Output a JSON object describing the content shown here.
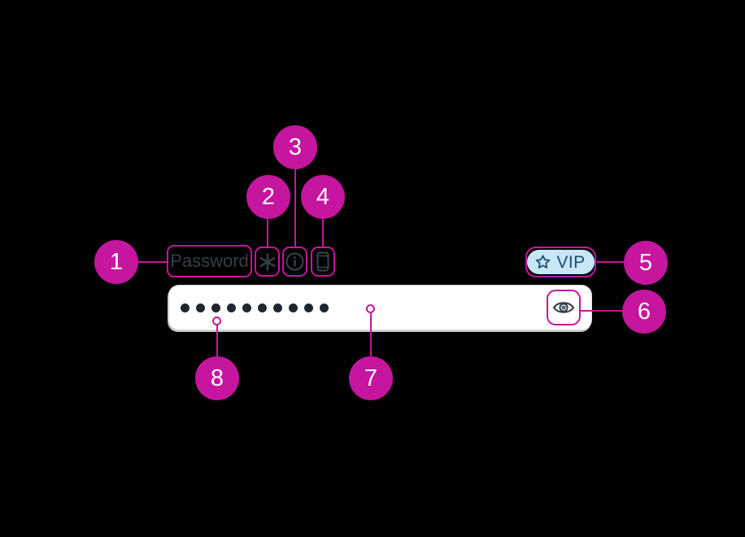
{
  "colors": {
    "accent": "#C6159F",
    "icon": "#333F48",
    "badge_bg": "#C7E6F6",
    "badge_fg": "#1B4A6E",
    "dot": "#20262B",
    "field_bg": "#FFFFFF",
    "background": "#000000"
  },
  "component": {
    "label": "Password",
    "badge_text": "VIP",
    "masked_dots": 10,
    "icons": {
      "required": "asterisk-icon",
      "hint": "info-icon",
      "adaptive": "mobile-phone-icon",
      "badge": "star-icon",
      "reveal": "eye-icon"
    }
  },
  "callouts": [
    {
      "number": "1",
      "target": "field-label"
    },
    {
      "number": "2",
      "target": "required-asterisk-icon"
    },
    {
      "number": "3",
      "target": "info-icon"
    },
    {
      "number": "4",
      "target": "mobile-phone-icon"
    },
    {
      "number": "5",
      "target": "vip-badge"
    },
    {
      "number": "6",
      "target": "reveal-password-button"
    },
    {
      "number": "7",
      "target": "password-input"
    },
    {
      "number": "8",
      "target": "masked-value"
    }
  ]
}
